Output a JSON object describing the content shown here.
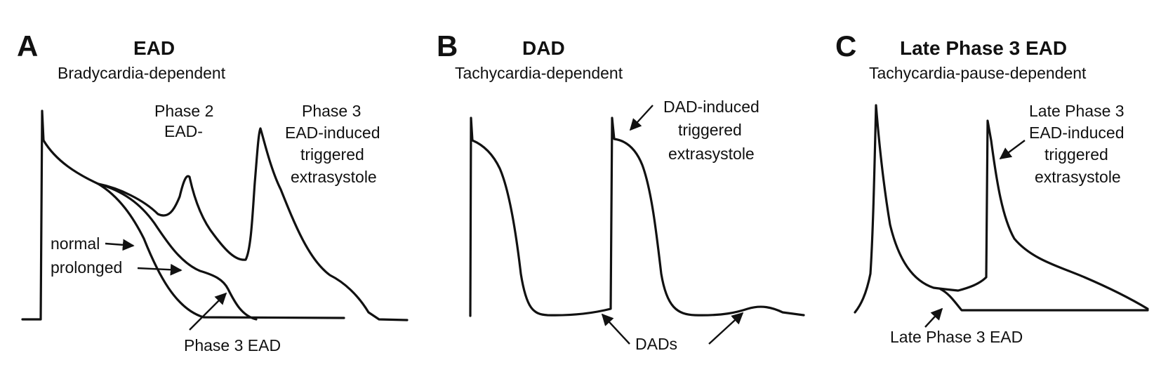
{
  "panels": [
    {
      "letter": "A",
      "title": "EAD",
      "subtitle": "Bradycardia-dependent",
      "labels": {
        "phase2_l1": "Phase 2",
        "phase2_l2": "EAD-",
        "phase3_l1": "Phase 3",
        "phase3_l2": "EAD-induced",
        "phase3_l3": "triggered",
        "phase3_l4": "extrasystole",
        "normal": "normal",
        "prolonged": "prolonged",
        "phase3_ead": "Phase 3 EAD"
      }
    },
    {
      "letter": "B",
      "title": "DAD",
      "subtitle": "Tachycardia-dependent",
      "labels": {
        "dad_l1": "DAD-induced",
        "dad_l2": "triggered",
        "dad_l3": "extrasystole",
        "dads": "DADs"
      }
    },
    {
      "letter": "C",
      "title": "Late Phase 3 EAD",
      "subtitle": "Tachycardia-pause-dependent",
      "labels": {
        "late_l1": "Late Phase 3",
        "late_l2": "EAD-induced",
        "late_l3": "triggered",
        "late_l4": "extrasystole",
        "late_ead": "Late Phase 3 EAD"
      }
    }
  ]
}
